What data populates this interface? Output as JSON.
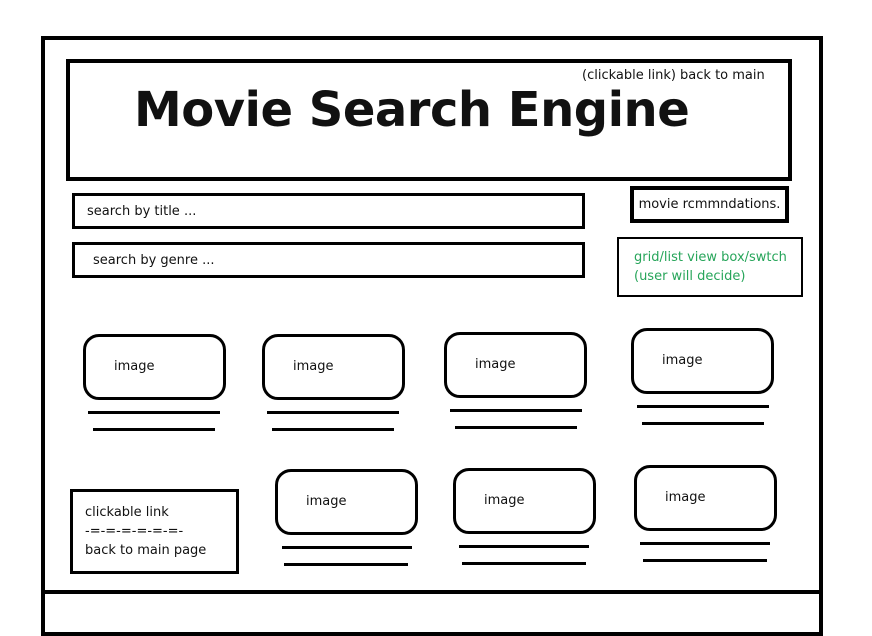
{
  "header": {
    "back_link": "(clickable link) back to main",
    "title": "Movie Search Engine"
  },
  "search": {
    "title_placeholder": "search by title ...",
    "genre_placeholder": "search by genre ..."
  },
  "recommendations_label": "movie rcmmndations.",
  "view_switch": {
    "line1": "grid/list view box/swtch",
    "line2": "(user will decide)",
    "color": "#27a55a"
  },
  "movies": [
    {
      "label": "image"
    },
    {
      "label": "image"
    },
    {
      "label": "image"
    },
    {
      "label": "image"
    },
    {
      "label": "image"
    },
    {
      "label": "image"
    },
    {
      "label": "image"
    }
  ],
  "bottom_link": {
    "line1": "clickable link",
    "line2": "-=-=-=-=-=-=-",
    "line3": "back to main page"
  }
}
